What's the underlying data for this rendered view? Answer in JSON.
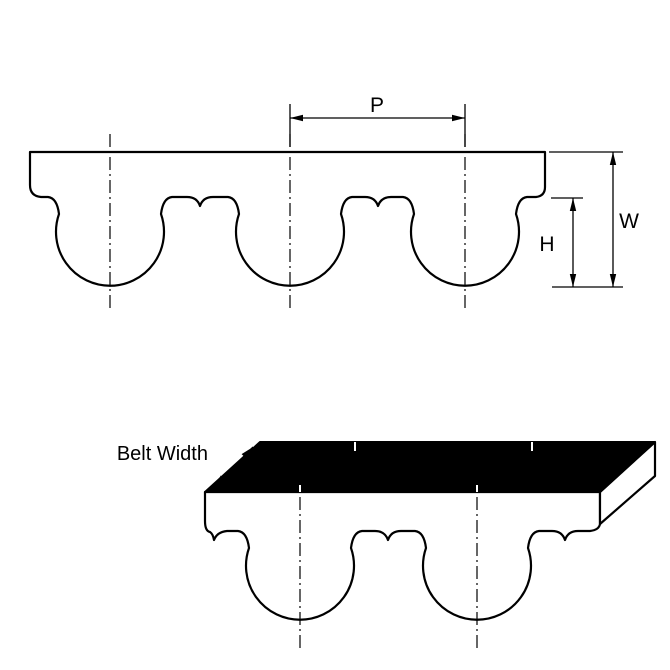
{
  "diagram": {
    "labels": {
      "p": "P",
      "w": "W",
      "h": "H",
      "belt_width": "Belt Width"
    },
    "colors": {
      "line": "#000000",
      "fill": "#ffffff",
      "top_face": "#000000",
      "background": "#ffffff"
    }
  }
}
